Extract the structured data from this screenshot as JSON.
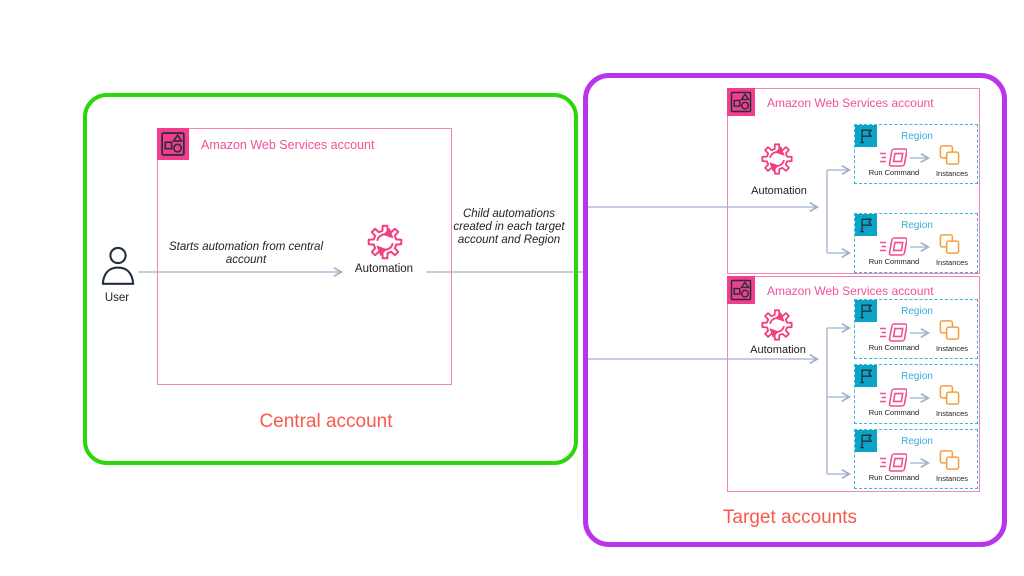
{
  "diagram": {
    "central": {
      "group_label": "Central account",
      "account_title": "Amazon Web Services account",
      "user_label": "User",
      "automation_label": "Automation",
      "start_annotation": "Starts automation from central account",
      "child_annotation": "Child automations created in each target account and Region"
    },
    "targets": {
      "group_label": "Target accounts",
      "accounts": [
        {
          "title": "Amazon Web Services account",
          "automation_label": "Automation",
          "regions": [
            {
              "label": "Region",
              "run_command_label": "Run Command",
              "instances_label": "Instances"
            },
            {
              "label": "Region",
              "run_command_label": "Run Command",
              "instances_label": "Instances"
            }
          ]
        },
        {
          "title": "Amazon Web Services account",
          "automation_label": "Automation",
          "regions": [
            {
              "label": "Region",
              "run_command_label": "Run Command",
              "instances_label": "Instances"
            },
            {
              "label": "Region",
              "run_command_label": "Run Command",
              "instances_label": "Instances"
            },
            {
              "label": "Region",
              "run_command_label": "Run Command",
              "instances_label": "Instances"
            }
          ]
        }
      ]
    },
    "colors": {
      "central_group_border": "#2BD60B",
      "target_group_border": "#B935EC",
      "group_label_text": "#F9594C",
      "aws_pink": "#F23E8C",
      "automation_pink": "#F23E80",
      "account_border": "#F584AF",
      "account_title_text": "#F1509A",
      "region_teal": "#0AA5C6",
      "region_label_text": "#34AEDA",
      "instances_orange": "#F2A03D",
      "connector_blue": "#A0B1CD",
      "icon_navy": "#232F3E"
    }
  }
}
